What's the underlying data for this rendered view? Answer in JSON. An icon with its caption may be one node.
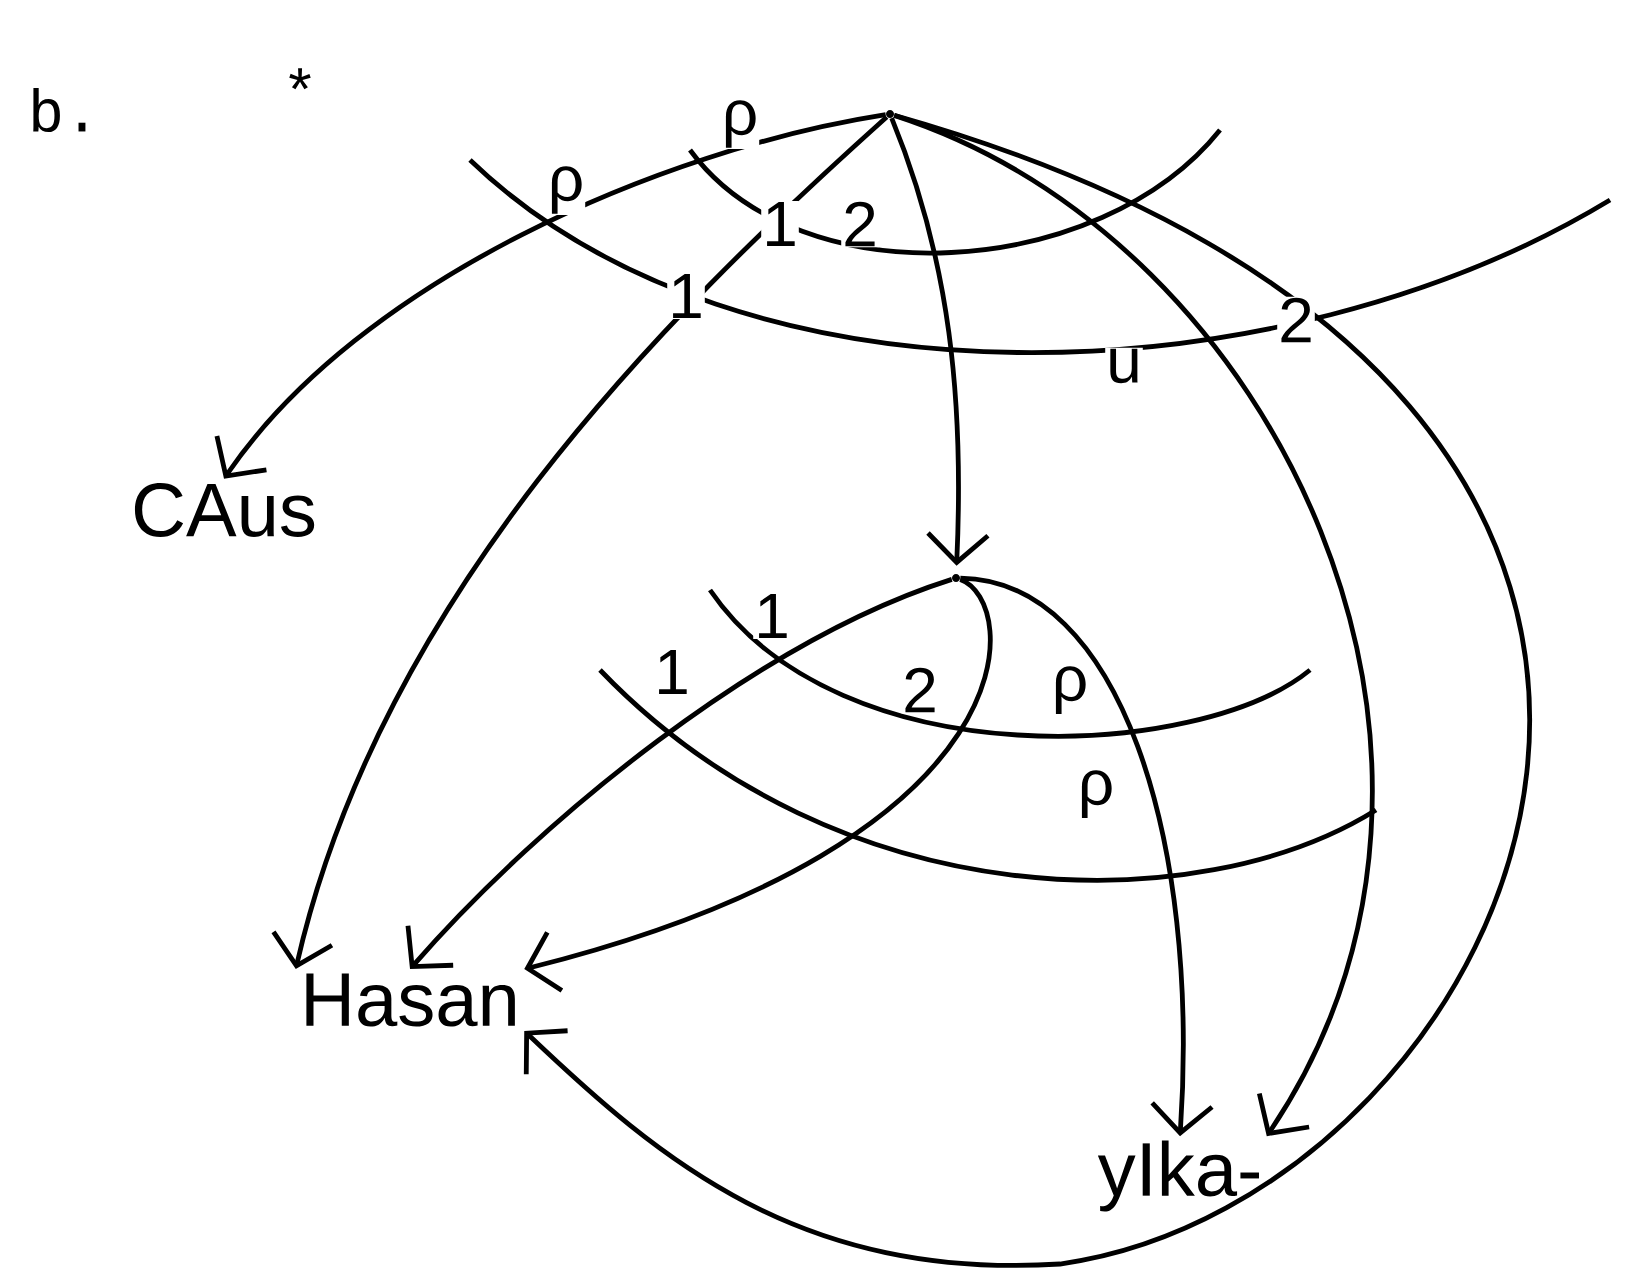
{
  "diagram": {
    "nodes": [
      {
        "text": [],
        "shape": "point"
      },
      {
        "text": [],
        "shape": "point"
      },
      {
        "text": [
          "CAus"
        ]
      },
      {
        "text": [
          "Hasan"
        ]
      },
      {
        "text": [
          "yIka-"
        ]
      }
    ],
    "edges": [
      {
        "from": 0,
        "to": 2,
        "arrow": "to"
      },
      {
        "from": 0,
        "to": 1,
        "arrow": "to"
      },
      {
        "from": 0,
        "to": 3,
        "arrow": "to"
      },
      {
        "from": 0,
        "to": 4,
        "arrow": "to"
      },
      {
        "from": 0,
        "to": 3,
        "arrow": "to"
      },
      {
        "from": 1,
        "to": 3,
        "arrow": "to"
      },
      {
        "from": 1,
        "to": 3,
        "arrow": "to"
      },
      {
        "from": 1,
        "to": 4,
        "arrow": "to"
      }
    ],
    "labels": [
      "b.",
      "*",
      "ρ",
      "ρ",
      "1",
      "2",
      "1",
      "u",
      "2",
      "1",
      "1",
      "2",
      "ρ",
      "ρ"
    ]
  }
}
